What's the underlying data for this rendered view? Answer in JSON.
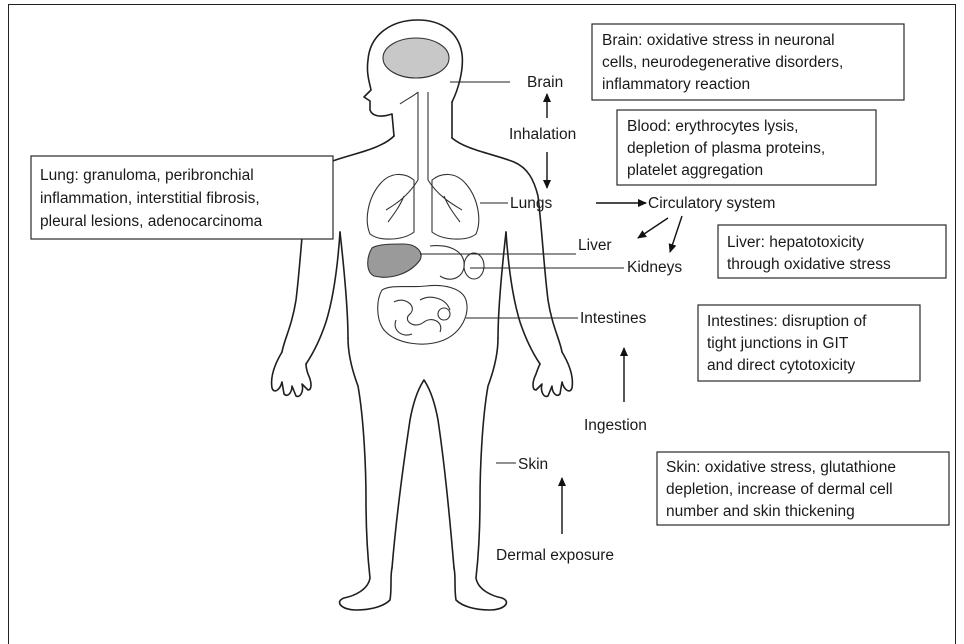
{
  "labels": {
    "brain": "Brain",
    "inhalation": "Inhalation",
    "lungs": "Lungs",
    "circulatory": "Circulatory system",
    "liver": "Liver",
    "kidneys": "Kidneys",
    "intestines": "Intestines",
    "ingestion": "Ingestion",
    "skin": "Skin",
    "dermal": "Dermal exposure"
  },
  "boxes": {
    "brain": [
      "Brain: oxidative stress in neuronal",
      "cells, neurodegenerative disorders,",
      "inflammatory reaction"
    ],
    "blood": [
      "Blood: erythrocytes lysis,",
      "depletion of plasma proteins,",
      "platelet aggregation"
    ],
    "lung": [
      "Lung: granuloma, peribronchial",
      "inflammation, interstitial fibrosis,",
      "pleural lesions, adenocarcinoma"
    ],
    "liver": [
      "Liver: hepatotoxicity",
      "through oxidative stress"
    ],
    "intestines": [
      "Intestines: disruption of",
      "tight junctions in GIT",
      "and direct cytotoxicity"
    ],
    "skin": [
      "Skin: oxidative stress, glutathione",
      "depletion, increase of dermal cell",
      "number and skin thickening"
    ]
  },
  "colors": {
    "liver_fill": "#9a9a9a",
    "brain_fill": "#c8c8c8",
    "line": "#1f1f1f"
  }
}
